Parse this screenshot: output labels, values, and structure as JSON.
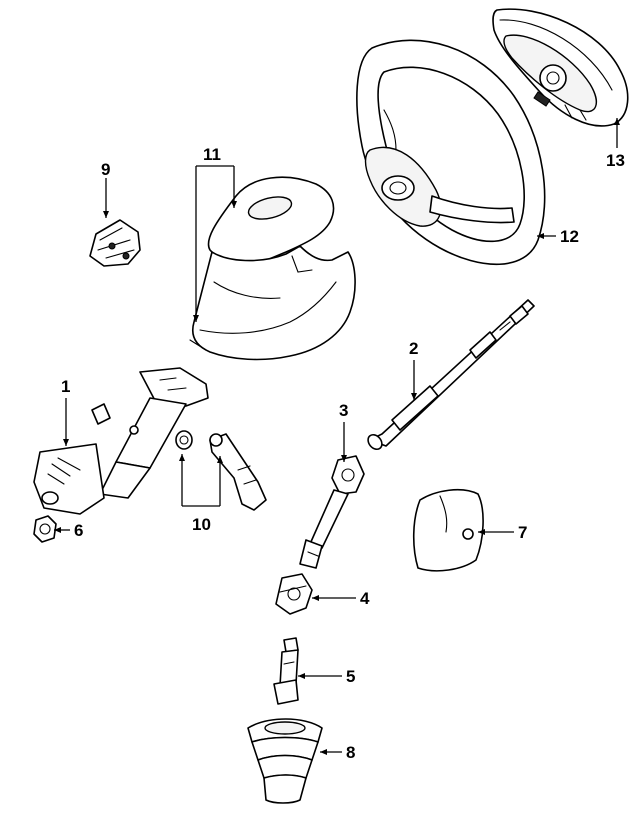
{
  "callouts": {
    "part_1": "1",
    "part_2": "2",
    "part_3": "3",
    "part_4": "4",
    "part_5": "5",
    "part_6": "6",
    "part_7": "7",
    "part_8": "8",
    "part_9": "9",
    "part_10": "10",
    "part_11": "11",
    "part_12": "12",
    "part_13": "13"
  }
}
